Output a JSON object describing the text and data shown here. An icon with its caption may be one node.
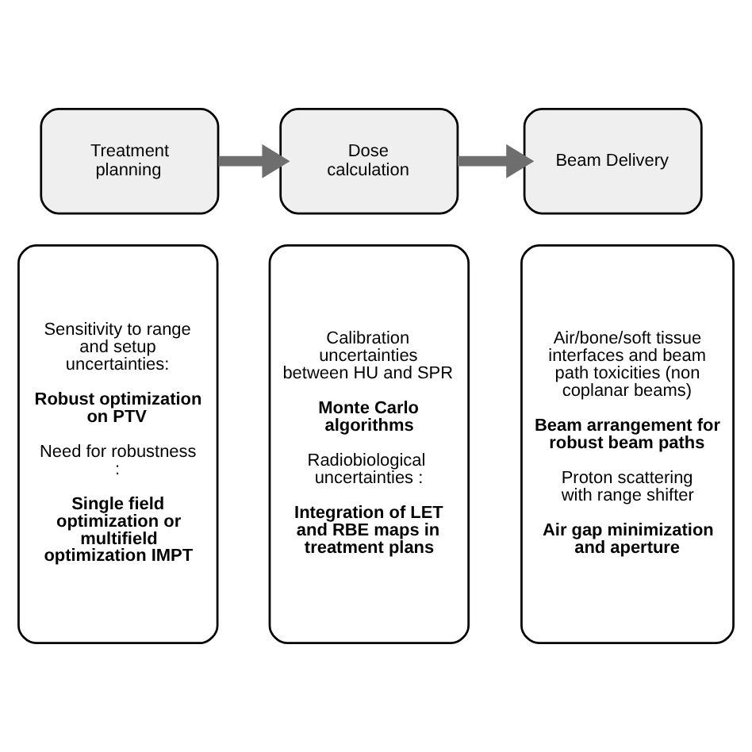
{
  "diagram": {
    "nodes": [
      {
        "text": [
          "Treatment planning"
        ]
      },
      {
        "text": [
          "Dose calculation"
        ]
      },
      {
        "text": [
          "Beam Delivery"
        ]
      },
      {
        "text": [
          "Sensitivity to range and setup uncertainties:",
          "Robust optimization on PTV",
          "Need for robustness :",
          "Single field optimization or multifield optimization IMPT"
        ]
      },
      {
        "text": [
          "Calibration uncertainties between HU and SPR",
          "Monte Carlo algorithms",
          "Radiobiological uncertainties :",
          "Integration of LET and RBE maps in treatment plans"
        ]
      },
      {
        "text": [
          "Air/bone/soft tissue interfaces and beam path toxicities (non coplanar beams)",
          "Beam arrangement for robust beam paths",
          "Proton scattering with range shifter",
          "Air gap minimization and aperture"
        ]
      }
    ],
    "edges": [
      {
        "from": 0,
        "to": 1,
        "arrow": "to"
      },
      {
        "from": 1,
        "to": 2,
        "arrow": "to"
      }
    ]
  }
}
